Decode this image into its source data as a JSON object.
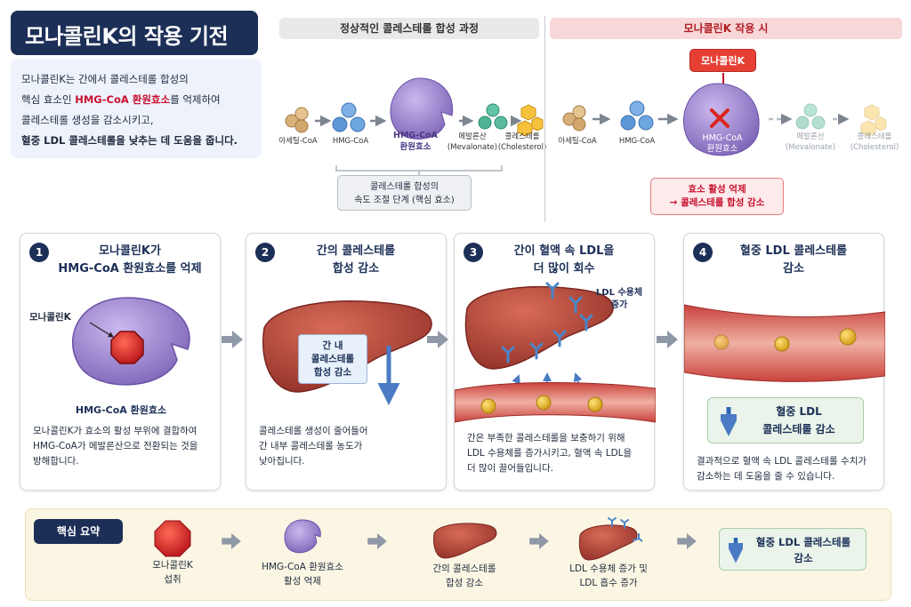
{
  "title": "모나콜린K의 작용 기전",
  "intro": {
    "line1": "모나콜린K는 간에서 콜레스테롤 합성의",
    "line2_pre": "핵심 효소인 ",
    "line2_hl": "HMG-CoA 환원효소",
    "line2_post": "를 억제하여",
    "line3": "콜레스테롤 생성을 감소시키고,",
    "line4": "혈중 LDL 콜레스테롤을 낮추는 데 도움을 줍니다."
  },
  "normal": {
    "banner": "정상적인 콜레스테롤 합성 과정",
    "acetyl": "아세틸-CoA",
    "hmg": "HMG-CoA",
    "enzyme1": "HMG-CoA",
    "enzyme2": "환원효소",
    "mev1": "메발론산",
    "mev2": "(Mevalonate)",
    "chol1": "콜레스테롤",
    "chol2": "(Cholesterol)",
    "rate1": "콜레스테롤 합성의",
    "rate2": "속도 조절 단계 (핵심 효소)"
  },
  "treated": {
    "banner": "모나콜린K 작용 시",
    "tag": "모나콜린K",
    "acetyl": "아세틸-CoA",
    "hmg": "HMG-CoA",
    "enzyme1": "HMG-CoA",
    "enzyme2": "환원효소",
    "mev1": "메발론산",
    "mev2": "(Mevalonate)",
    "chol1": "콜레스테롤",
    "chol2": "(Cholesterol)",
    "result1": "효소 활성 억제",
    "result2": "→ 콜레스테롤 합성 감소"
  },
  "steps": [
    {
      "num": "1",
      "title1": "모나콜린K가",
      "title2": "HMG-CoA 환원효소를 억제",
      "pointer": "모나콜린K",
      "caption": "HMG-CoA 환원효소",
      "desc1": "모나콜린K가 효소의 활성 부위에 결합하여",
      "desc2": "HMG-CoA가 메발론산으로 전환되는 것을",
      "desc3": "방해합니다."
    },
    {
      "num": "2",
      "title1": "간의 콜레스테롤",
      "title2": "합성 감소",
      "box1": "간 내",
      "box2": "콜레스테롤",
      "box3": "합성 감소",
      "desc1": "콜레스테롤 생성이 줄어들어",
      "desc2": "간 내부 콜레스테롤 농도가",
      "desc3": "낮아집니다."
    },
    {
      "num": "3",
      "title1": "간이 혈액 속 LDL을",
      "title2": "더 많이 회수",
      "receptor1": "LDL 수용체",
      "receptor2": "증가",
      "desc1": "간은 부족한 콜레스테롤을 보충하기 위해",
      "desc2": "LDL 수용체를 증가시키고, 혈액 속 LDL을",
      "desc3": "더 많이 끌어들입니다."
    },
    {
      "num": "4",
      "title1": "혈중 LDL 콜레스테롤",
      "title2": "감소",
      "box1": "혈중 LDL",
      "box2": "콜레스테롤 감소",
      "desc1": "결과적으로 혈액 속 LDL 콜레스테롤 수치가",
      "desc2": "감소하는 데 도움을 줄 수 있습니다."
    }
  ],
  "summary": {
    "tag": "핵심 요약",
    "s1a": "모나콜린K",
    "s1b": "섭취",
    "s2a": "HMG-CoA 환원효소",
    "s2b": "활성 억제",
    "s3a": "간의 콜레스테롤",
    "s3b": "합성 감소",
    "s4a": "LDL 수용체 증가 및",
    "s4b": "LDL 흡수 증가",
    "s5a": "혈중 LDL 콜레스테롤",
    "s5b": "감소"
  },
  "colors": {
    "navy": "#1c2f57",
    "red": "#c8102e",
    "enzyme": "#a48ed0",
    "liver": "#b84a3d",
    "ldl": "#e8b12b"
  }
}
